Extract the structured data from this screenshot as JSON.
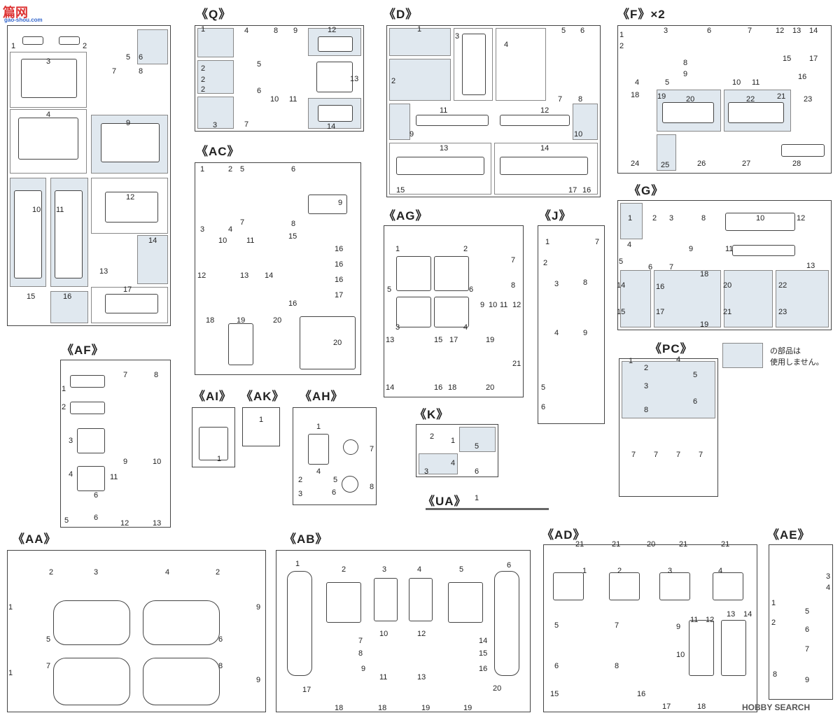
{
  "watermark": {
    "logo": "篇网",
    "url": "gao-shou.com",
    "footer_logo": "HOBBY SEARCH"
  },
  "legend": {
    "line1": "の部品は",
    "line2": "使用しません。"
  },
  "sprues": {
    "Q": {
      "label": "《Q》",
      "parts": [
        "1",
        "2",
        "2",
        "2",
        "3",
        "4",
        "5",
        "6",
        "7",
        "8",
        "9",
        "10",
        "11",
        "12",
        "13",
        "14"
      ]
    },
    "D": {
      "label": "《D》",
      "parts": [
        "1",
        "2",
        "3",
        "4",
        "5",
        "6",
        "7",
        "8",
        "9",
        "10",
        "11",
        "12",
        "13",
        "14",
        "15",
        "16",
        "17"
      ]
    },
    "F": {
      "label": "《F》×2",
      "parts": [
        "1",
        "2",
        "3",
        "4",
        "5",
        "6",
        "7",
        "8",
        "9",
        "10",
        "11",
        "12",
        "13",
        "14",
        "15",
        "16",
        "17",
        "18",
        "19",
        "20",
        "21",
        "22",
        "23",
        "24",
        "25",
        "26",
        "27",
        "28"
      ]
    },
    "AC": {
      "label": "《AC》",
      "parts": [
        "1",
        "2",
        "3",
        "4",
        "5",
        "6",
        "7",
        "8",
        "9",
        "10",
        "11",
        "12",
        "13",
        "14",
        "15",
        "16",
        "16",
        "16",
        "16",
        "17",
        "18",
        "19",
        "20"
      ]
    },
    "AG": {
      "label": "《AG》",
      "parts": [
        "1",
        "2",
        "3",
        "4",
        "5",
        "6",
        "7",
        "8",
        "9",
        "10",
        "11",
        "12",
        "13",
        "14",
        "15",
        "16",
        "17",
        "18",
        "19",
        "20",
        "21"
      ]
    },
    "J": {
      "label": "《J》",
      "parts": [
        "1",
        "2",
        "3",
        "4",
        "5",
        "6",
        "7",
        "8",
        "9"
      ]
    },
    "G": {
      "label": "《G》",
      "parts": [
        "1",
        "2",
        "3",
        "4",
        "5",
        "6",
        "7",
        "8",
        "9",
        "10",
        "11",
        "12",
        "13",
        "14",
        "15",
        "16",
        "17",
        "18",
        "19",
        "20",
        "21",
        "22",
        "23"
      ]
    },
    "AF": {
      "label": "《AF》",
      "parts": [
        "1",
        "2",
        "3",
        "4",
        "5",
        "6",
        "6",
        "7",
        "8",
        "9",
        "10",
        "11",
        "12",
        "13"
      ]
    },
    "AI": {
      "label": "《AI》",
      "parts": [
        "1"
      ]
    },
    "AK": {
      "label": "《AK》",
      "parts": [
        "1"
      ]
    },
    "AH": {
      "label": "《AH》",
      "parts": [
        "1",
        "2",
        "3",
        "4",
        "5",
        "6",
        "7",
        "8"
      ]
    },
    "K": {
      "label": "《K》",
      "parts": [
        "1",
        "2",
        "3",
        "4",
        "5",
        "6"
      ]
    },
    "UA": {
      "label": "《UA》",
      "parts": [
        "1"
      ]
    },
    "PC": {
      "label": "《PC》",
      "parts": [
        "1",
        "2",
        "3",
        "4",
        "5",
        "6",
        "7",
        "7",
        "7",
        "7",
        "8"
      ]
    },
    "AA": {
      "label": "《AA》",
      "parts": [
        "1",
        "1",
        "2",
        "2",
        "3",
        "4",
        "5",
        "6",
        "7",
        "8",
        "9",
        "9"
      ]
    },
    "AB": {
      "label": "《AB》",
      "parts": [
        "1",
        "2",
        "3",
        "4",
        "5",
        "6",
        "7",
        "8",
        "9",
        "10",
        "11",
        "12",
        "13",
        "14",
        "15",
        "16",
        "17",
        "18",
        "18",
        "19",
        "19",
        "20"
      ]
    },
    "AD": {
      "label": "《AD》",
      "parts": [
        "1",
        "2",
        "3",
        "4",
        "5",
        "6",
        "7",
        "8",
        "9",
        "10",
        "11",
        "12",
        "13",
        "14",
        "15",
        "16",
        "17",
        "18",
        "20",
        "21",
        "21",
        "21",
        "21"
      ]
    },
    "AE": {
      "label": "《AE》",
      "parts": [
        "1",
        "2",
        "3",
        "4",
        "5",
        "6",
        "7",
        "8",
        "9"
      ]
    },
    "E": {
      "label": "",
      "parts": [
        "1",
        "2",
        "3",
        "4",
        "5",
        "6",
        "7",
        "8",
        "9",
        "10",
        "11",
        "12",
        "13",
        "14",
        "15",
        "16",
        "17"
      ]
    }
  }
}
